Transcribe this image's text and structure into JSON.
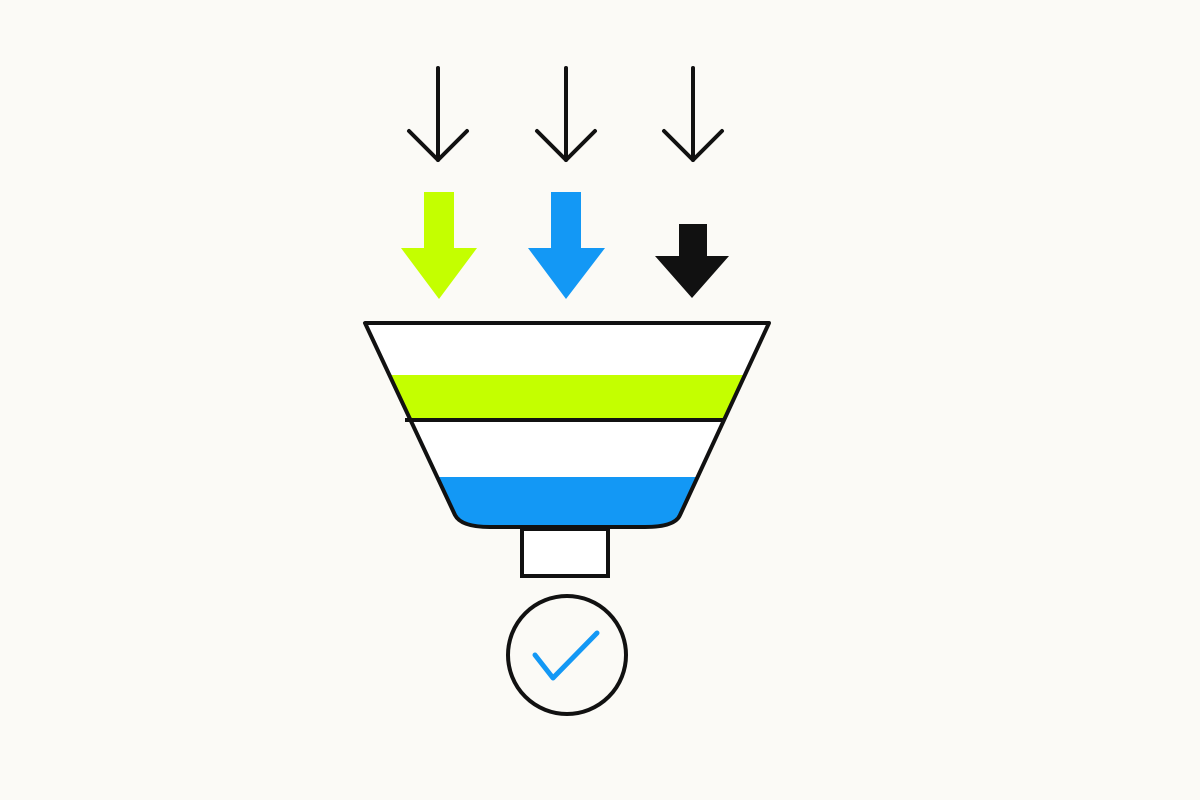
{
  "diagram": {
    "type": "funnel-filter-illustration",
    "background_color": "#fbfaf6",
    "stroke_color": "#111111",
    "input_arrows": [
      {
        "icon": "thin-down-arrow-icon"
      },
      {
        "icon": "thin-down-arrow-icon"
      },
      {
        "icon": "thin-down-arrow-icon"
      }
    ],
    "colored_arrows": [
      {
        "icon": "lime-down-arrow-icon",
        "color": "#c4ff00"
      },
      {
        "icon": "blue-down-arrow-icon",
        "color": "#1398f5"
      },
      {
        "icon": "black-down-arrow-icon",
        "color": "#111111"
      }
    ],
    "funnel": {
      "icon": "funnel-icon",
      "fill_color": "#ffffff",
      "bands": [
        {
          "name": "lime-band",
          "color": "#c4ff00"
        },
        {
          "name": "blue-band",
          "color": "#1398f5"
        }
      ]
    },
    "output": {
      "icon": "check-circle-icon",
      "check_color": "#1398f5"
    }
  }
}
